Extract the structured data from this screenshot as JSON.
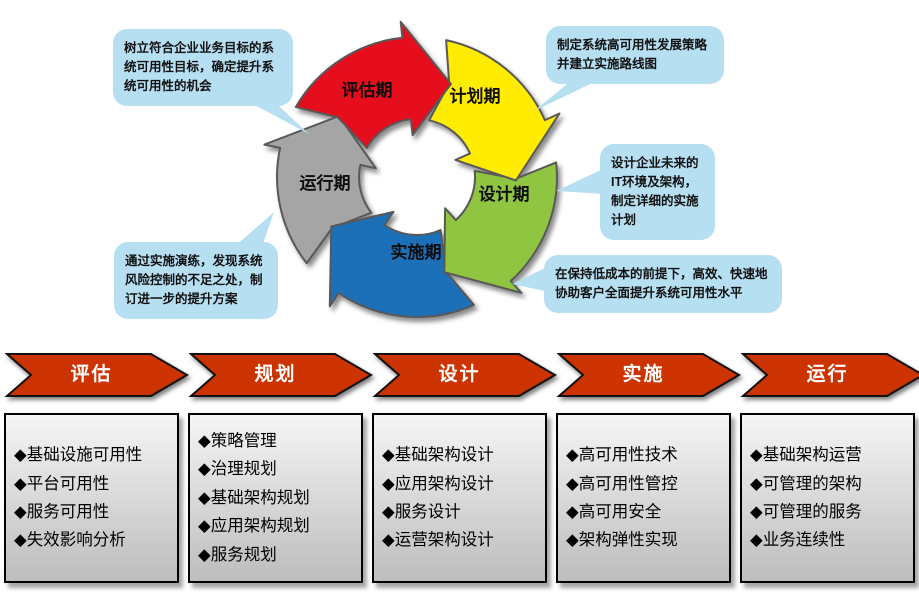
{
  "cycle": {
    "bubble_color": "#b7dff2",
    "segments": [
      {
        "label": "评估期",
        "color": "#e60d1e"
      },
      {
        "label": "计划期",
        "color": "#ffec00"
      },
      {
        "label": "设计期",
        "color": "#8fc53f"
      },
      {
        "label": "实施期",
        "color": "#1b70b8"
      },
      {
        "label": "运行期",
        "color": "#a5a5a5"
      }
    ],
    "callouts": [
      {
        "text": "树立符合企业业务目标的系统可用性目标，确定提升系统可用性的机会"
      },
      {
        "text": "制定系统高可用性发展策略并建立实施路线图"
      },
      {
        "text": "设计企业未来的IT环境及架构，制定详细的实施计划"
      },
      {
        "text": "通过实施演练，发现系统风险控制的不足之处，制订进一步的提升方案"
      },
      {
        "text": "在保持低成本的前提下，高效、快速地协助客户全面提升系统可用性水平"
      }
    ]
  },
  "colors": {
    "step_arrow": "#cc3300",
    "segment_outline": "#595959"
  },
  "phases": [
    {
      "label": "评估",
      "items": [
        "◆基础设施可用性",
        "◆平台可用性",
        "◆服务可用性",
        "◆失效影响分析"
      ]
    },
    {
      "label": "规划",
      "items": [
        "◆策略管理",
        "◆治理规划",
        "◆基础架构规划",
        "◆应用架构规划",
        "◆服务规划"
      ]
    },
    {
      "label": "设计",
      "items": [
        "◆基础架构设计",
        "◆应用架构设计",
        "◆服务设计",
        "◆运营架构设计"
      ]
    },
    {
      "label": "实施",
      "items": [
        "◆高可用性技术",
        "◆高可用性管控",
        "◆高可用安全",
        "◆架构弹性实现"
      ]
    },
    {
      "label": "运行",
      "items": [
        "◆基础架构运营",
        "◆可管理的架构",
        "◆可管理的服务",
        "◆业务连续性"
      ]
    }
  ]
}
